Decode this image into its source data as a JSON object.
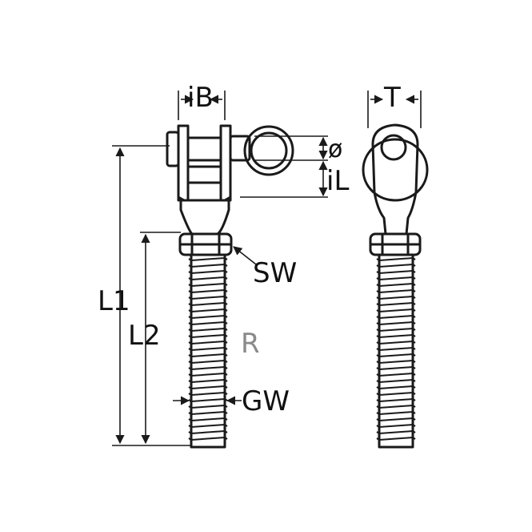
{
  "colors": {
    "line": "#1a1a1a",
    "label": "#111111",
    "material_label": "#8a8a8a",
    "background": "#ffffff"
  },
  "labels": {
    "iB": "iB",
    "T": "T",
    "diameter": "ø",
    "iL": "iL",
    "SW": "SW",
    "L1": "L1",
    "L2": "L2",
    "R": "R",
    "GW": "GW"
  }
}
